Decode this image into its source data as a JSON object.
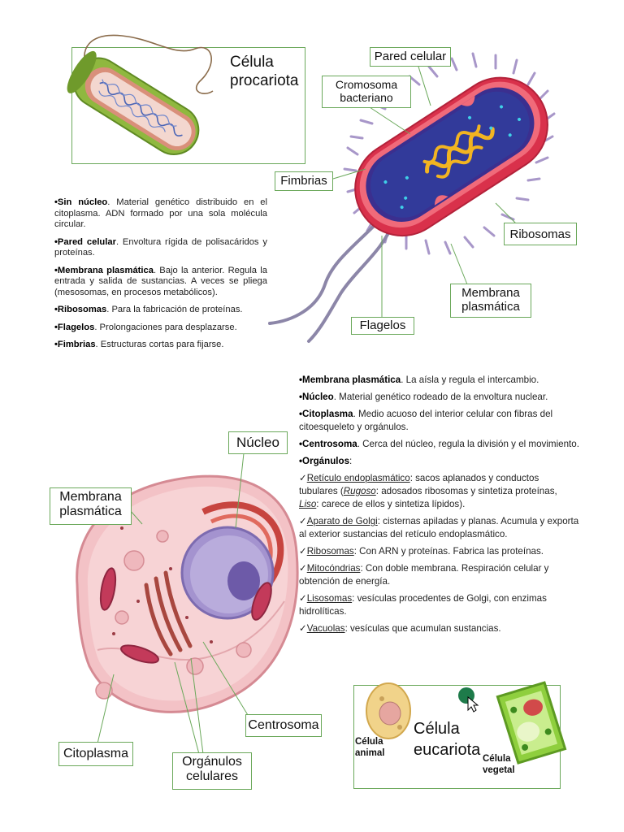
{
  "prokaryote": {
    "title_line1": "Célula",
    "title_line2": "procariota",
    "labels": {
      "pared": "Pared celular",
      "cromosoma1": "Cromosoma",
      "cromosoma2": "bacteriano",
      "fimbrias": "Fimbrias",
      "ribosomas": "Ribosomas",
      "membrana1": "Membrana",
      "membrana2": "plasmática",
      "flagelos": "Flagelos"
    },
    "bullets": [
      {
        "term": "•Sin núcleo",
        "text": ". Material genético distribuido en el citoplasma. ADN formado por una sola molécula circular."
      },
      {
        "term": "•Pared celular",
        "text": ". Envoltura rígida de polisacáridos y proteínas."
      },
      {
        "term": "•Membrana plasmática",
        "text": ". Bajo la anterior. Regula la entrada y salida de sustancias. A veces se pliega (mesosomas, en procesos metabólicos)."
      },
      {
        "term": "•Ribosomas",
        "text": ". Para la fabricación de proteínas."
      },
      {
        "term": "•Flagelos",
        "text": ". Prolongaciones para desplazarse."
      },
      {
        "term": "•Fimbrias",
        "text": ". Estructuras cortas para fijarse."
      }
    ]
  },
  "eukaryote": {
    "labels": {
      "nucleo": "Núcleo",
      "membrana1": "Membrana",
      "membrana2": "plasmática",
      "centrosoma": "Centrosoma",
      "citoplasma": "Citoplasma",
      "organulos1": "Orgánulos",
      "organulos2": "celulares"
    },
    "bullets": [
      {
        "term": "•Membrana plasmática",
        "text": ". La aísla y regula el intercambio."
      },
      {
        "term": "•Núcleo",
        "text": ". Material genético rodeado de la envoltura nuclear."
      },
      {
        "term": "•Citoplasma",
        "text": ". Medio acuoso del interior celular con fibras del citoesqueleto y orgánulos."
      },
      {
        "term": "•Centrosoma",
        "text": ". Cerca del núcleo, regula la división y el movimiento."
      },
      {
        "term": "•Orgánulos",
        "text": ":"
      }
    ],
    "organelles": {
      "re_term": "Retículo endoplasmático",
      "re_text1": ": sacos aplanados y conductos tubulares (",
      "re_rugoso": "Rugoso",
      "re_text2": ": adosados ribosomas y sintetiza proteínas, ",
      "re_liso": "Liso",
      "re_text3": ": carece de ellos y sintetiza lípidos).",
      "golgi_term": "Aparato de Golgi",
      "golgi_text": ": cisternas apiladas y planas. Acumula y exporta al exterior sustancias del retículo endoplasmático.",
      "rib_term": "Ribosomas",
      "rib_text": ": Con ARN y proteínas. Fabrica las proteínas.",
      "mito_term": "Mitocóndrias",
      "mito_text": ": Con doble membrana. Respiración celular y obtención de energía.",
      "liso_term": "Lisosomas",
      "liso_text": ": vesículas procedentes de Golgi, con enzimas hidrolíticas.",
      "vac_term": "Vacuolas",
      "vac_text": ": vesículas que acumulan sustancias."
    },
    "check": "✓",
    "box": {
      "title1": "Célula",
      "title2": "eucariota",
      "animal1": "Célula",
      "animal2": "animal",
      "vegetal1": "Célula",
      "vegetal2": "vegetal"
    }
  }
}
